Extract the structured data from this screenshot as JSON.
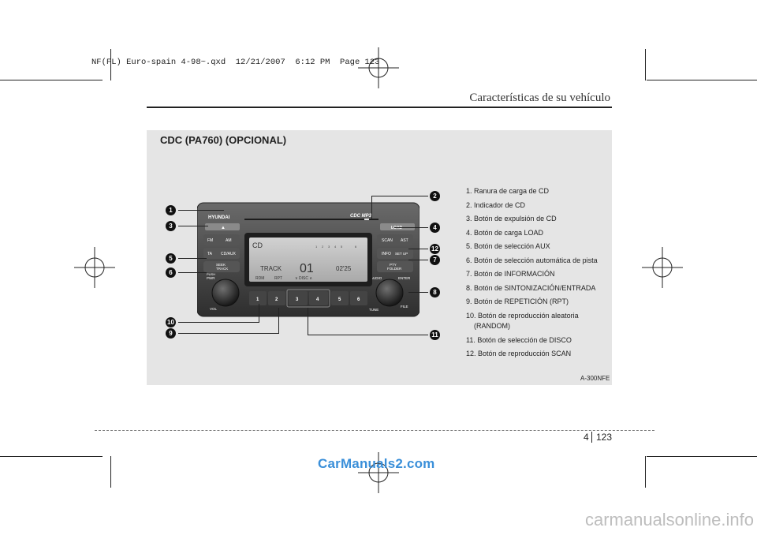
{
  "header_slug": "NF(FL) Euro-spain 4-98~.qxd  12/21/2007  6:12 PM  Page 123",
  "running_head": "Características de su vehículo",
  "figure": {
    "title": "CDC (PA760) (OPCIONAL)",
    "code": "A-300NFE",
    "callouts": [
      "1",
      "2",
      "3",
      "4",
      "5",
      "6",
      "7",
      "8",
      "9",
      "10",
      "11",
      "12"
    ],
    "radio": {
      "brand": "HYUNDAI",
      "logo_text": "CDC  MP3",
      "buttons": {
        "eject": "▲",
        "load": "LOAD",
        "fm": "FM",
        "am": "AM",
        "ta": "TA",
        "cd_aux": "CD/AUX",
        "seek": "SEEK",
        "track": "TRACK",
        "push": "PUSH",
        "pwr": "PWR",
        "vol": "VOL",
        "scan": "SCAN",
        "ast": "AST",
        "info": "INFO",
        "setup": "SET UP",
        "pty": "PTY",
        "folder": "FOLDER",
        "audio": "AUDIO",
        "enter": "ENTER",
        "tune": "TUNE",
        "file": "FILE",
        "presets": [
          "1",
          "2",
          "3",
          "4",
          "5",
          "6"
        ]
      },
      "display": {
        "source": "CD",
        "track_label": "TRACK",
        "track_number": "01",
        "time": "02'25",
        "rdm": "RDM",
        "rpt": "RPT",
        "disc": "∨ DISC ∧",
        "disc_slots": [
          "1",
          "2",
          "3",
          "4",
          "5",
          "6"
        ]
      }
    }
  },
  "legend": [
    "1. Ranura de carga de CD",
    "2. Indicador de CD",
    "3. Botón de expulsión de CD",
    "4. Botón de carga LOAD",
    "5. Botón de selección AUX",
    "6. Botón de selección automática de pista",
    "7. Botón de INFORMACIÓN",
    "8. Botón de SINTONIZACIÓN/ENTRADA",
    "9. Botón de REPETICIÓN (RPT)",
    "10. Botón de reproducción aleatoria",
    "(RANDOM)",
    "11. Botón de selección de DISCO",
    "12. Botón de reproducción SCAN"
  ],
  "page": {
    "chapter": "4",
    "number": "123"
  },
  "watermark": "CarManuals2.com",
  "site_footer": "carmanualsonline.info"
}
